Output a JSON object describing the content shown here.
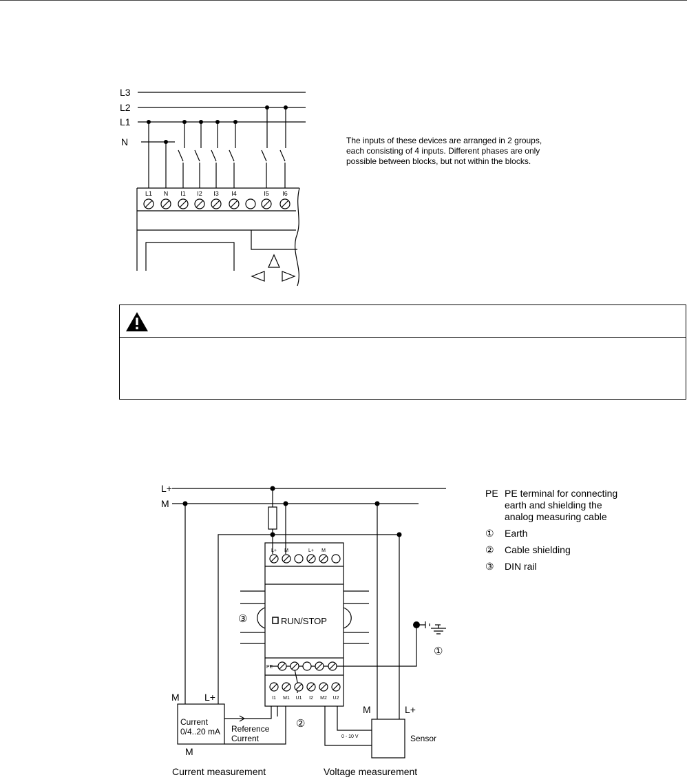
{
  "diagram1": {
    "lines": [
      "L3",
      "L2",
      "L1",
      "N"
    ],
    "terminals": [
      "L1",
      "N",
      "I1",
      "I2",
      "I3",
      "I4",
      "I5",
      "I6"
    ],
    "note": "The inputs of these devices are arranged in 2 groups, each consisting of 4 inputs. Different phases are only possible between blocks, but not within the blocks."
  },
  "warning": {
    "icon": "warning-triangle-icon"
  },
  "diagram2": {
    "supply_lplus": "L+",
    "supply_m": "M",
    "top_terminals": [
      "L+",
      "M",
      "L+",
      "M"
    ],
    "pe_label": "PE",
    "bottom_terminals": [
      "I1",
      "M1",
      "U1",
      "I2",
      "M2",
      "U2"
    ],
    "run_stop": "RUN/STOP",
    "marker_din": "③",
    "marker_shield": "②",
    "marker_earth": "①",
    "current_source": "Current\n0/4..20 mA",
    "current_m": "M",
    "current_lplus": "L+",
    "current_bottom_m": "M",
    "reference_current": "Reference\nCurrent",
    "voltage_range": "0 - 10 V",
    "sensor": "Sensor",
    "sensor_m": "M",
    "sensor_lplus": "L+",
    "caption_current": "Current measurement",
    "caption_voltage": "Voltage measurement"
  },
  "legend": [
    {
      "key": "PE",
      "text": "PE terminal for connecting earth and shielding the analog measuring cable"
    },
    {
      "key": "①",
      "text": "Earth"
    },
    {
      "key": "②",
      "text": "Cable shielding"
    },
    {
      "key": "③",
      "text": "DIN rail"
    }
  ]
}
